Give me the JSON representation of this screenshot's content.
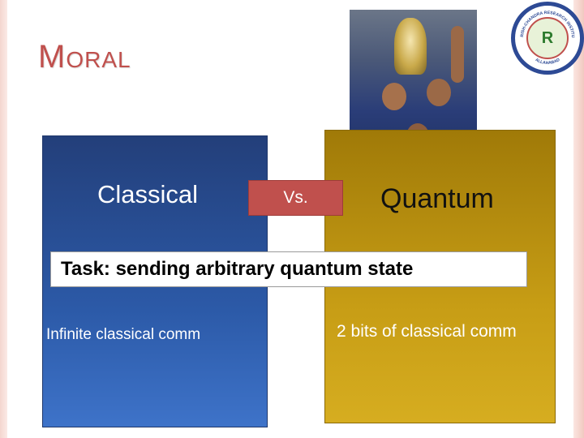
{
  "slide": {
    "title_first_letter": "M",
    "title_rest": "ORAL",
    "classical_label": "Classical",
    "vs_label": "Vs.",
    "quantum_label": "Quantum",
    "task_text": "Task: sending arbitrary quantum state",
    "classical_cost": "Infinite classical comm",
    "quantum_cost": "2 bits of classical comm"
  },
  "logo": {
    "ring_text": "HARISH-CHANDRA RESEARCH INSTITUTE",
    "bottom_text": "ALLAHABAD",
    "monogram": "R"
  },
  "colors": {
    "title": "#c0504d",
    "classical_panel": "#2c5aa8",
    "quantum_panel": "#c79d15",
    "vs_box": "#c0504d"
  }
}
